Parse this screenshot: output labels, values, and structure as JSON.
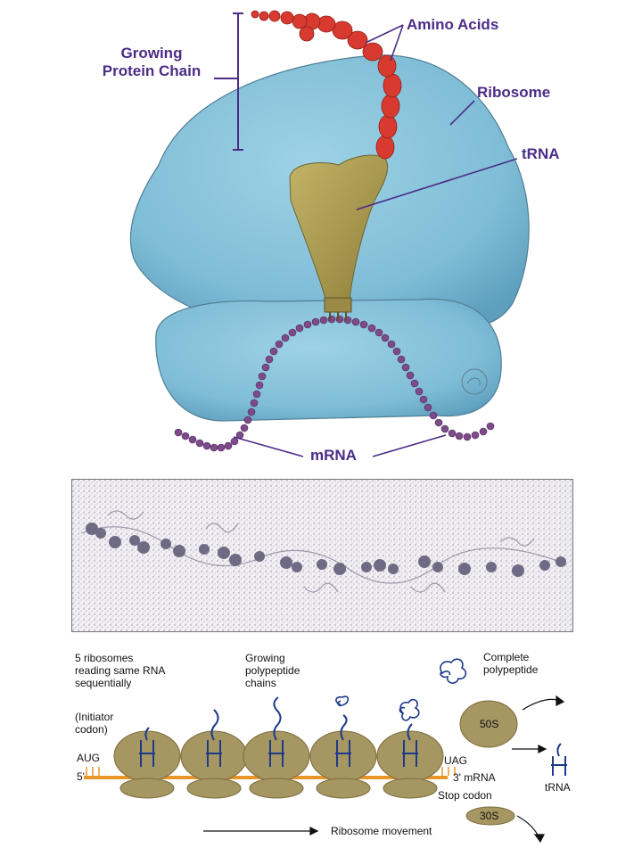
{
  "top_diagram": {
    "labels": {
      "growing_chain": "Growing\nProtein Chain",
      "amino_acids": "Amino Acids",
      "ribosome": "Ribosome",
      "trna": "tRNA",
      "mrna": "mRNA"
    },
    "colors": {
      "ribosome": "#8cc6dc",
      "trna": "#a89a50",
      "amino_acid": "#d93a30",
      "mrna": "#7d4a8a",
      "label": "#4b2c87"
    }
  },
  "micrograph": {
    "description_visible": false
  },
  "bottom_diagram": {
    "labels": {
      "five_ribosomes": "5 ribosomes\nreading same RNA\nsequentially",
      "growing_polypeptide": "Growing\npolypeptide\nchains",
      "complete_polypeptide": "Complete\npolypeptide",
      "initiator_codon": "(Initiator\ncodon)",
      "aug": "AUG",
      "five_prime": "5'",
      "uag": "UAG",
      "three_prime_mrna": "3' mRNA",
      "stop_codon": "Stop codon",
      "fifty_s": "50S",
      "thirty_s": "30S",
      "trna": "tRNA",
      "ribosome_movement": "Ribosome movement"
    },
    "colors": {
      "mrna_strand": "#e8962a",
      "subunit": "#a69662",
      "chain": "#1d3a8a"
    }
  }
}
